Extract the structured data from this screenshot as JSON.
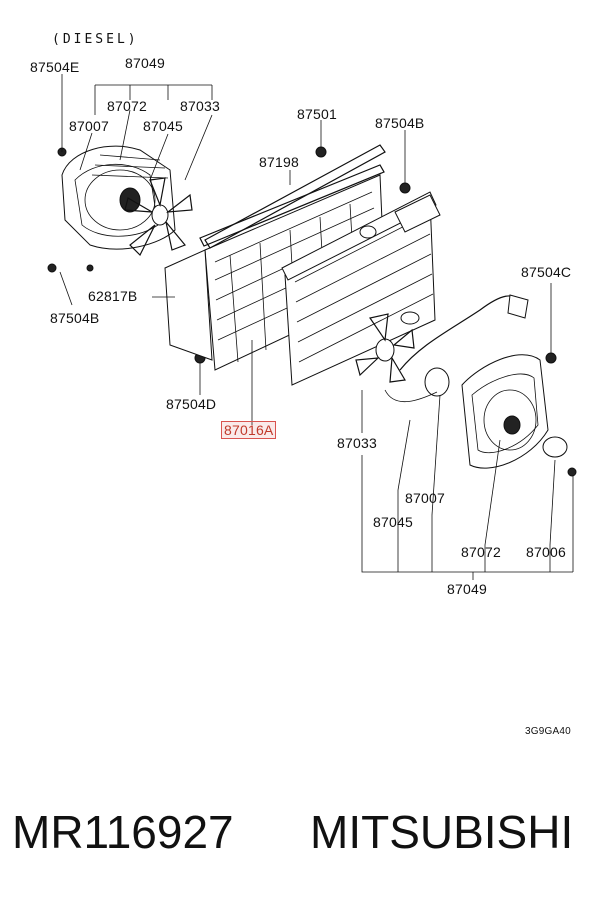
{
  "diagram": {
    "header": "(DIESEL)",
    "labels": {
      "l87504E": "87504E",
      "l87049_top": "87049",
      "l87072_top": "87072",
      "l87033_top": "87033",
      "l87007_top": "87007",
      "l87045_top": "87045",
      "l87501": "87501",
      "l87504B_top": "87504B",
      "l87198": "87198",
      "l87504C": "87504C",
      "l62817B": "62817B",
      "l87504B_left": "87504B",
      "l87504D": "87504D",
      "l87016A": "87016A",
      "l87033_bot": "87033",
      "l87007_bot": "87007",
      "l87045_bot": "87045",
      "l87072_bot": "87072",
      "l87006": "87006",
      "l87049_bot": "87049"
    },
    "highlight_color": "#d9534f",
    "drawing_code": "3G9GA40"
  },
  "caption": {
    "part_number": "MR116927",
    "brand": "MITSUBISHI"
  }
}
